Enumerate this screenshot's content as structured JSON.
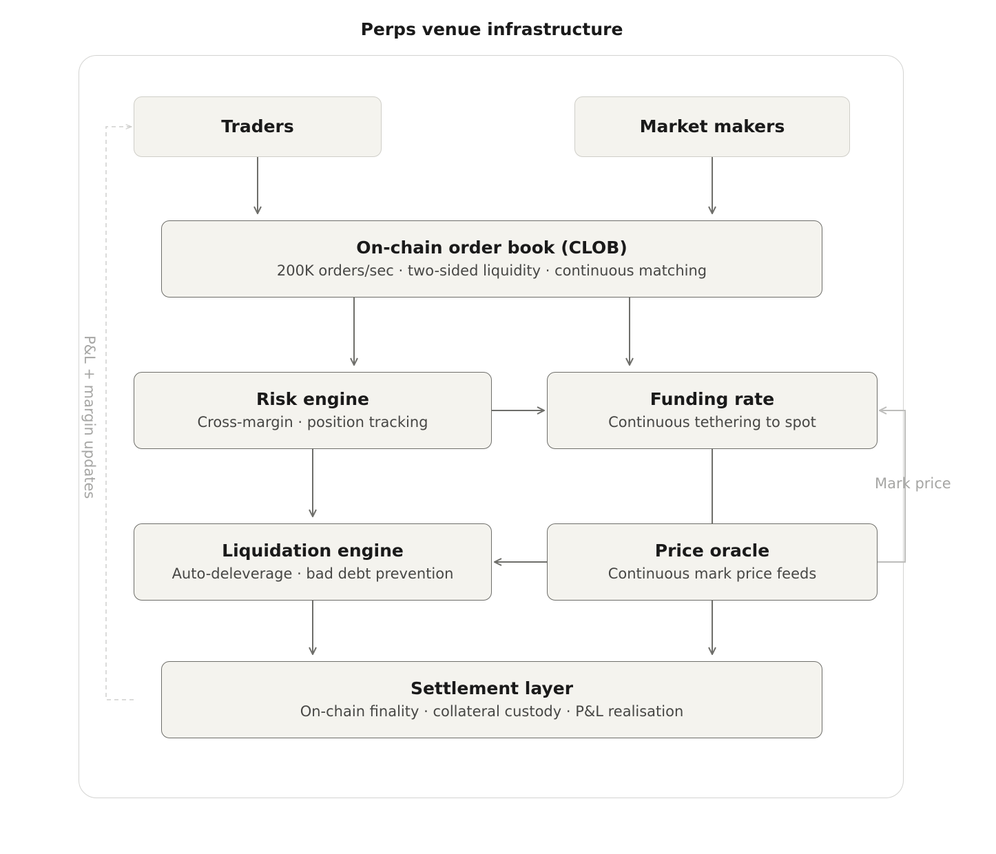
{
  "diagram": {
    "title": "Perps venue infrastructure",
    "nodes": {
      "traders": {
        "title": "Traders"
      },
      "market_makers": {
        "title": "Market makers"
      },
      "clob": {
        "title": "On-chain order book (CLOB)",
        "subtitle": "200K orders/sec · two-sided liquidity · continuous matching"
      },
      "risk": {
        "title": "Risk engine",
        "subtitle": "Cross-margin · position tracking"
      },
      "funding": {
        "title": "Funding rate",
        "subtitle": "Continuous tethering to spot"
      },
      "liquidation": {
        "title": "Liquidation engine",
        "subtitle": "Auto-deleverage · bad debt prevention"
      },
      "oracle": {
        "title": "Price oracle",
        "subtitle": "Continuous mark price feeds"
      },
      "settlement": {
        "title": "Settlement layer",
        "subtitle": "On-chain finality · collateral custody · P&L realisation"
      }
    },
    "edge_labels": {
      "mark_price": "Mark price",
      "pnl_margin": "P&L + margin updates"
    },
    "edges": [
      {
        "from": "traders",
        "to": "clob",
        "arrow": true
      },
      {
        "from": "market_makers",
        "to": "clob",
        "arrow": true
      },
      {
        "from": "clob",
        "to": "risk",
        "arrow": true
      },
      {
        "from": "clob",
        "to": "funding",
        "arrow": true
      },
      {
        "from": "risk",
        "to": "funding",
        "arrow": true
      },
      {
        "from": "risk",
        "to": "liquidation",
        "arrow": true
      },
      {
        "from": "funding",
        "to": "oracle",
        "arrow": false
      },
      {
        "from": "oracle",
        "to": "liquidation",
        "arrow": true
      },
      {
        "from": "oracle",
        "to": "funding",
        "arrow": true,
        "label": "mark_price"
      },
      {
        "from": "liquidation",
        "to": "settlement",
        "arrow": true
      },
      {
        "from": "oracle",
        "to": "settlement",
        "arrow": true
      },
      {
        "from": "settlement",
        "to": "traders",
        "arrow": true,
        "dashed": true,
        "label": "pnl_margin"
      }
    ],
    "colors": {
      "node_fill": "#f4f3ee",
      "node_border": "#6e6e6a",
      "edge": "#6e6e6a",
      "feedback_edge": "#bdbdbb"
    }
  }
}
